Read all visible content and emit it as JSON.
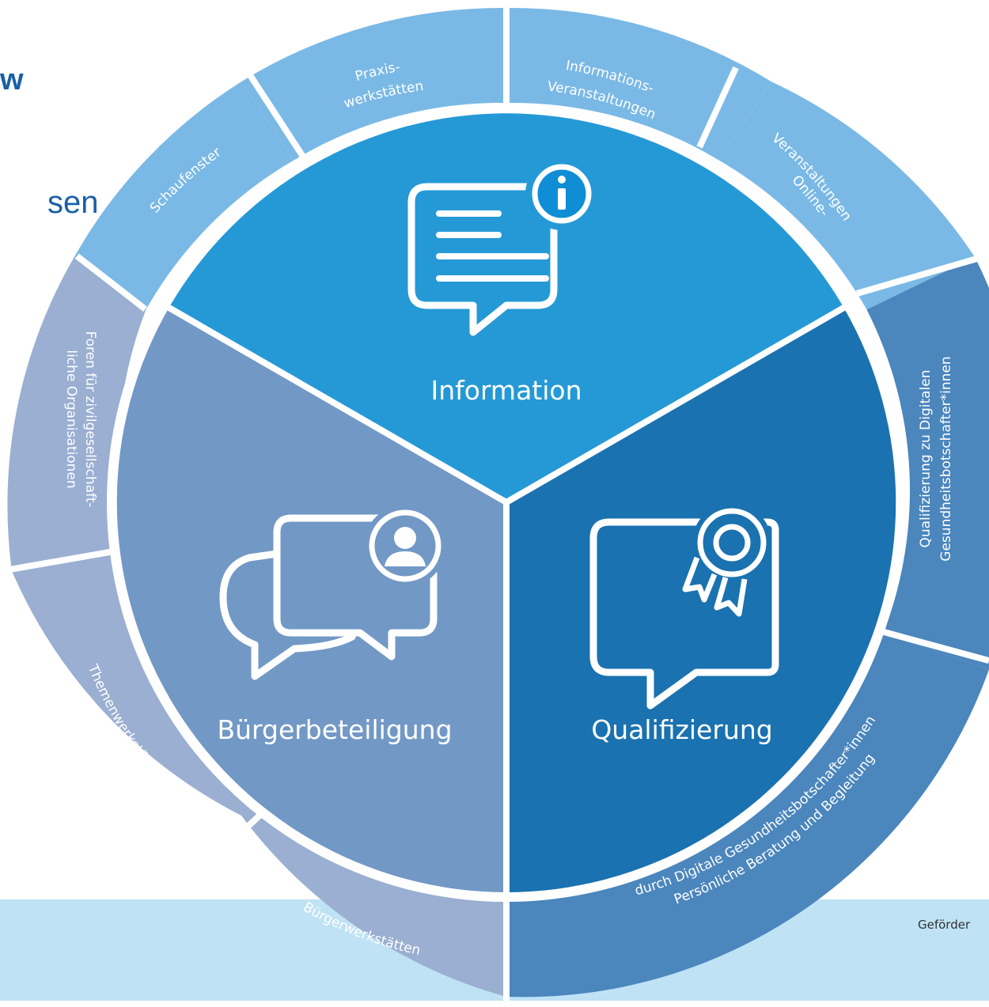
{
  "page": {
    "partial_heading": "w",
    "partial_subheading": "sen",
    "footer_text": "Geförder"
  },
  "colors": {
    "information": "#2599d6",
    "qualifizierung": "#1a72b0",
    "buergerbeteiligung": "#7298c6",
    "outer_information": "#7ab9e6",
    "outer_qualifizierung": "#4b86bd",
    "outer_buerger": "#9aafd1",
    "footer": "#bfe2f5",
    "heading": "#1a5fa8"
  },
  "wheel": {
    "sectors": [
      {
        "id": "information",
        "label": "Information",
        "icon": "info-document-icon"
      },
      {
        "id": "qualifizierung",
        "label": "Qualifizierung",
        "icon": "certificate-ribbon-icon"
      },
      {
        "id": "buergerbeteiligung",
        "label": "Bürgerbeteiligung",
        "icon": "chat-person-icon"
      }
    ],
    "outer": [
      {
        "id": "praxiswerkstaetten",
        "lines": [
          "Praxis-",
          "werkstätten"
        ]
      },
      {
        "id": "informationsveranstaltungen",
        "lines": [
          "Informations-",
          "Veranstaltungen"
        ]
      },
      {
        "id": "onlineveranstaltungen",
        "lines": [
          "Online-",
          "Veranstaltungen"
        ]
      },
      {
        "id": "qualifizierung-dgb",
        "lines": [
          "Qualifizierung zu Digitalen",
          "Gesundheitsbotschafter*innen"
        ]
      },
      {
        "id": "persoenliche-beratung",
        "lines": [
          "Persönliche Beratung und Begleitung",
          "durch Digitale Gesundheitsbotschafter*innen"
        ]
      },
      {
        "id": "buergerwerkstaetten",
        "lines": [
          "Bürgerwerkstätten"
        ]
      },
      {
        "id": "themenwerkstaetten",
        "lines": [
          "Themenwerkstätten"
        ]
      },
      {
        "id": "foren",
        "lines": [
          "Foren für zivilgesellschaft-",
          "liche Organisationen"
        ]
      },
      {
        "id": "schaufenster",
        "lines": [
          "Schaufenster"
        ]
      }
    ]
  }
}
